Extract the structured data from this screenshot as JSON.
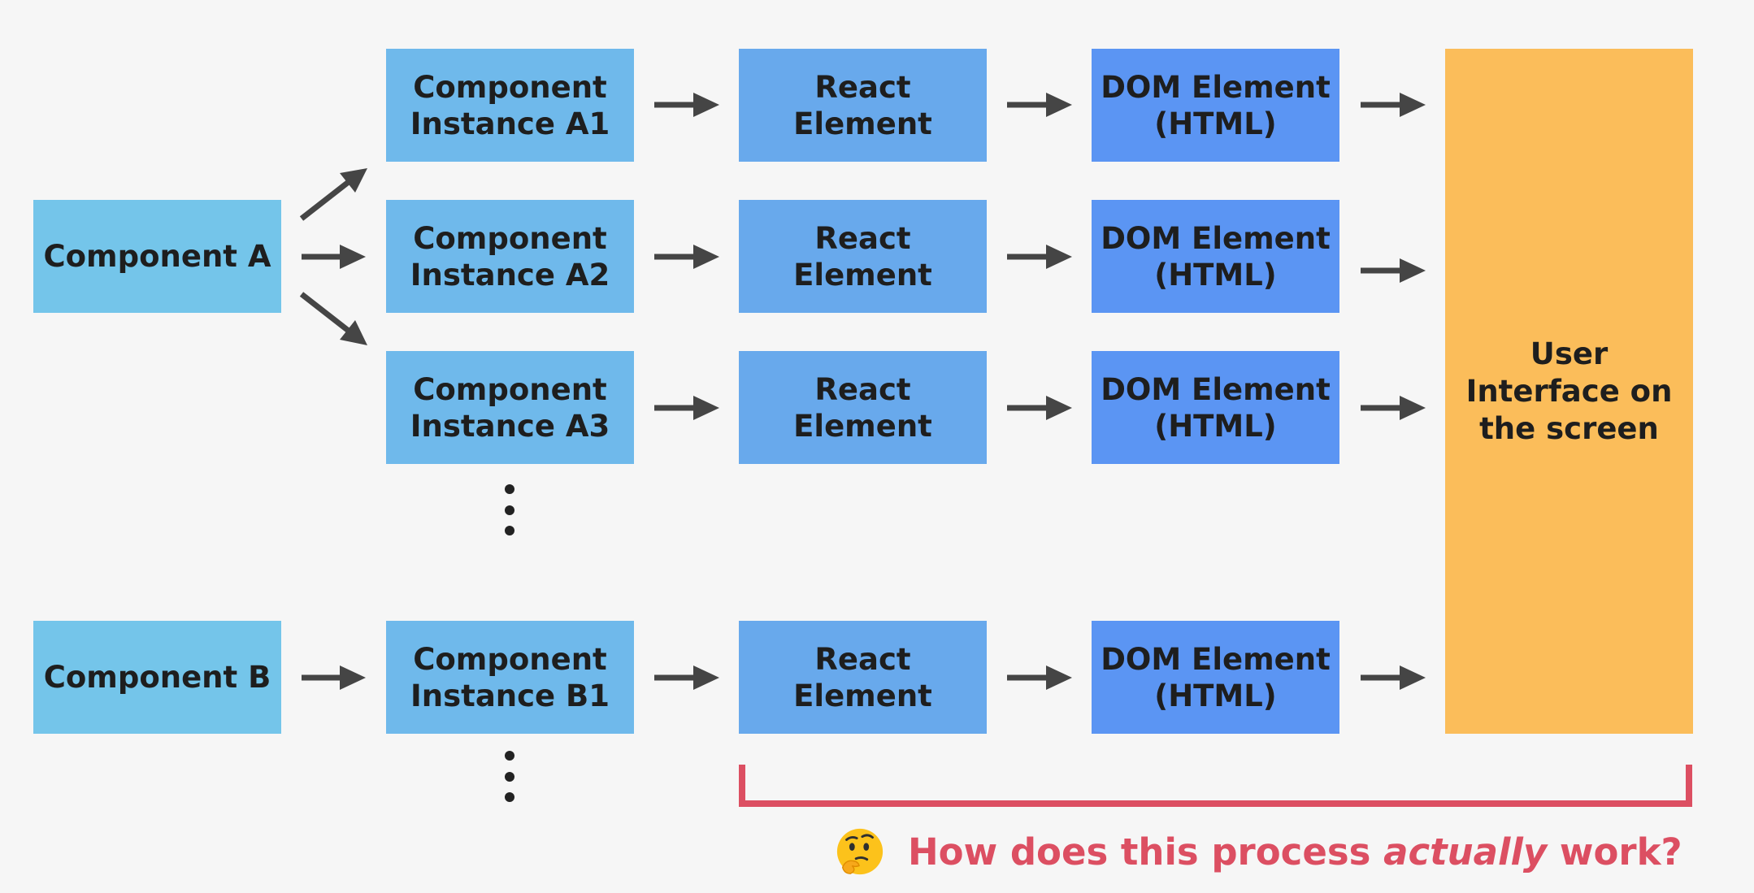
{
  "components": {
    "a": "Component A",
    "b": "Component B"
  },
  "instances": {
    "a1": [
      "Component",
      "Instance A1"
    ],
    "a2": [
      "Component",
      "Instance A2"
    ],
    "a3": [
      "Component",
      "Instance A3"
    ],
    "b1": [
      "Component",
      "Instance B1"
    ]
  },
  "react_element": [
    "React",
    "Element"
  ],
  "dom_element": [
    "DOM Element",
    "(HTML)"
  ],
  "ui": [
    "User",
    "Interface on",
    "the screen"
  ],
  "question": {
    "before": "How does this process ",
    "emphasis": "actually",
    "after": " work?",
    "emoji_icon": "thinking-face-icon"
  },
  "colors": {
    "component": "#74c5ea",
    "instance": "#6fb9eb",
    "react": "#68a9ec",
    "dom": "#5b95f3",
    "ui": "#fbbd5a",
    "arrow": "#454545",
    "accent": "#dc4f62"
  }
}
